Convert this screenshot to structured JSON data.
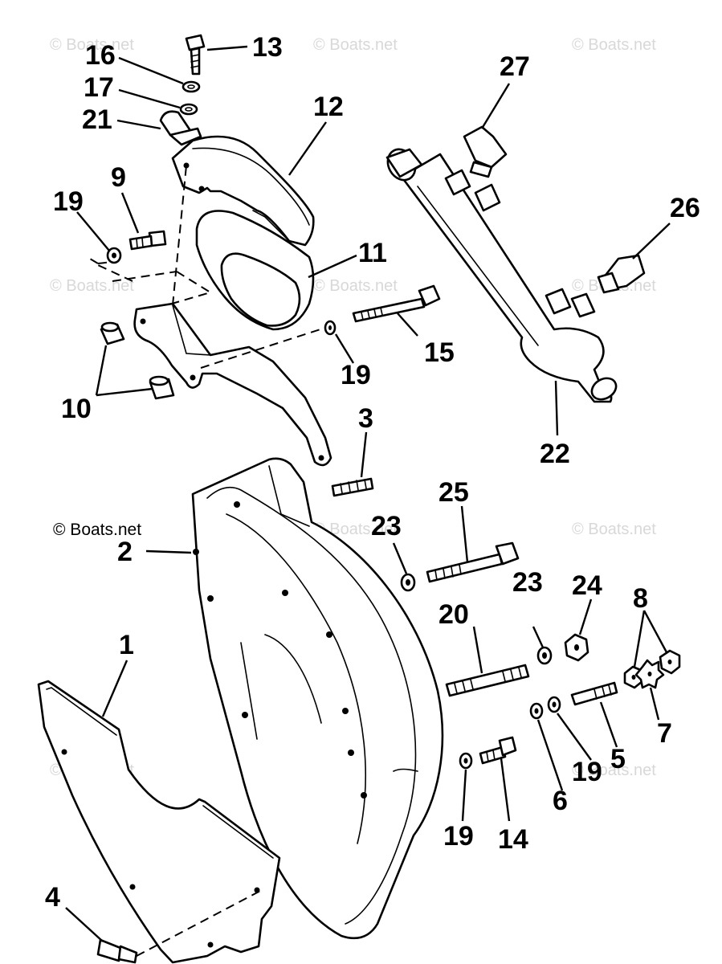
{
  "watermark": "© Boats.net",
  "copyright": "© Boats.net",
  "callouts": {
    "c1": "1",
    "c2": "2",
    "c3": "3",
    "c4": "4",
    "c5": "5",
    "c6": "6",
    "c7": "7",
    "c8": "8",
    "c9": "9",
    "c10": "10",
    "c11": "11",
    "c12": "12",
    "c13": "13",
    "c14": "14",
    "c15": "15",
    "c16": "16",
    "c17": "17",
    "c19a": "19",
    "c19b": "19",
    "c19c": "19",
    "c19d": "19",
    "c20": "20",
    "c21": "21",
    "c22": "22",
    "c23a": "23",
    "c23b": "23",
    "c24": "24",
    "c25": "25",
    "c26": "26",
    "c27": "27"
  }
}
